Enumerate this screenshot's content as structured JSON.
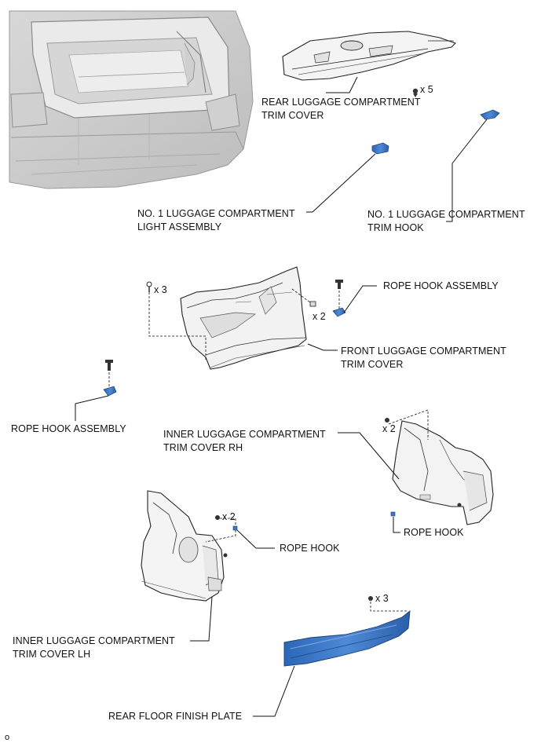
{
  "labels": {
    "rear_trim_cover": [
      "REAR LUGGAGE COMPARTMENT",
      "TRIM COVER"
    ],
    "light_assembly": [
      "NO. 1 LUGGAGE COMPARTMENT",
      "LIGHT ASSEMBLY"
    ],
    "trim_hook": [
      "NO. 1 LUGGAGE COMPARTMENT",
      "TRIM HOOK"
    ],
    "rope_hook_assembly_right": "ROPE HOOK ASSEMBLY",
    "front_trim_cover": [
      "FRONT LUGGAGE COMPARTMENT",
      "TRIM COVER"
    ],
    "rope_hook_assembly_left": "ROPE HOOK ASSEMBLY",
    "inner_trim_rh": [
      "INNER LUGGAGE COMPARTMENT",
      "TRIM COVER RH"
    ],
    "rope_hook_right": "ROPE HOOK",
    "rope_hook_left": "ROPE HOOK",
    "inner_trim_lh": [
      "INNER LUGGAGE COMPARTMENT",
      "TRIM COVER LH"
    ],
    "rear_floor_plate": "REAR FLOOR FINISH PLATE"
  },
  "counts": {
    "rear_trim_clips": "x 5",
    "front_trim_screws": "x 3",
    "front_trim_clips": "x 2",
    "inner_rh_clips": "x 2",
    "inner_lh_clips": "x 2",
    "floor_plate_clips": "x 3"
  },
  "figure_code": "o",
  "colors": {
    "highlight_part": "#2f6fc0",
    "line": "#111111"
  }
}
